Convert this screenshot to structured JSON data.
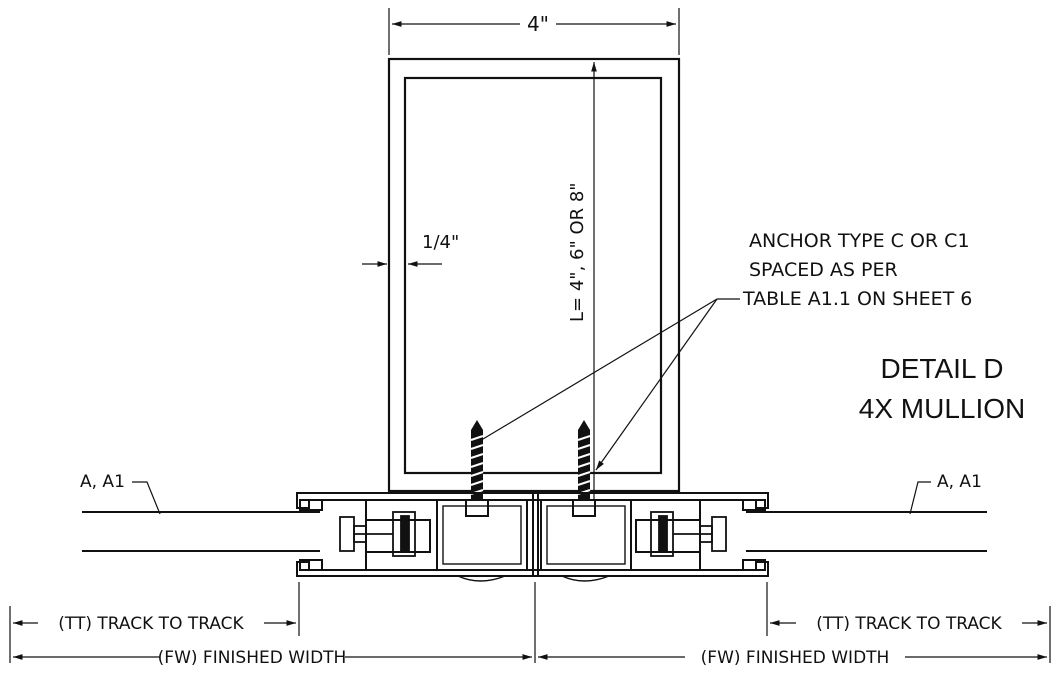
{
  "drawing": {
    "top_dimension": "4\"",
    "length_dimension": "L= 4\", 6\" OR 8\"",
    "wall_thickness": "1/4\"",
    "anchor_note": [
      "ANCHOR TYPE C OR C1",
      "SPACED AS PER",
      "TABLE A1.1 ON SHEET 6"
    ],
    "detail_title": "DETAIL D",
    "detail_subtitle": "4X MULLION",
    "glass_tag_left": "A, A1",
    "glass_tag_right": "A, A1",
    "track_left": "(TT) TRACK TO TRACK",
    "track_right": "(TT) TRACK TO TRACK",
    "finished_left": "(FW) FINISHED WIDTH",
    "finished_right": "(FW) FINISHED WIDTH"
  }
}
